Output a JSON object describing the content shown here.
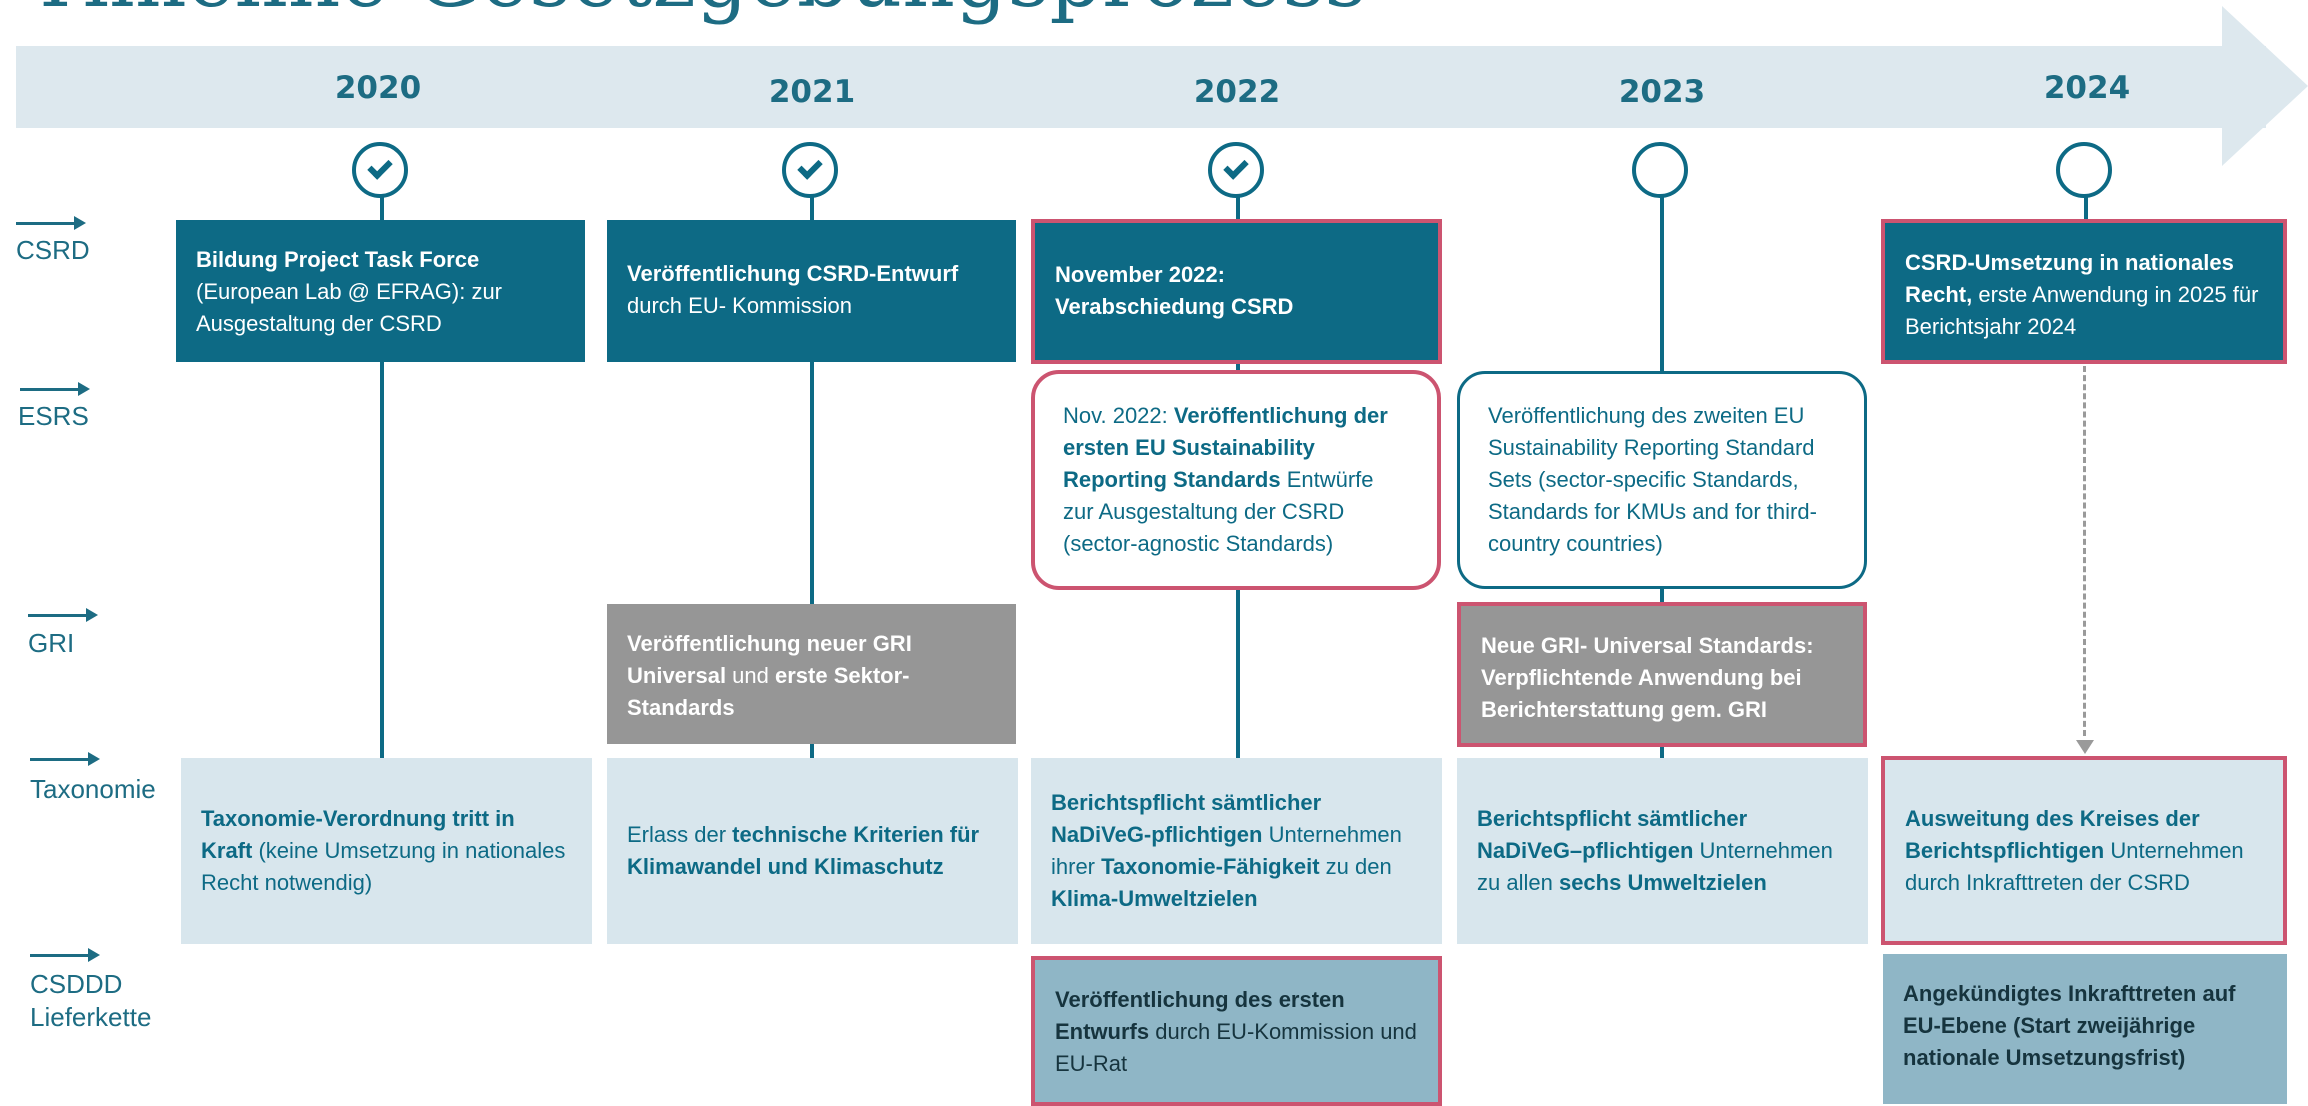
{
  "title": "Timeline Gesetzgebungsprozess",
  "years": [
    "2020",
    "2021",
    "2022",
    "2023",
    "2024"
  ],
  "milestones": {
    "2020": "completed",
    "2021": "completed",
    "2022": "completed",
    "2023": "open",
    "2024": "open"
  },
  "rows": {
    "csrd": "CSRD",
    "esrs": "ESRS",
    "gri": "GRI",
    "taxonomie": "Taxonomie",
    "csddd_1": "CSDDD",
    "csddd_2": "Lieferkette"
  },
  "csrd": {
    "c2020": {
      "b1": "Bildung Project Task Force",
      "t1": " (European Lab @ EFRAG): zur Ausgestaltung der CSRD"
    },
    "c2021": {
      "b1": "Veröffentlichung CSRD-Entwurf",
      "t1": " durch EU- Kommission"
    },
    "c2022": {
      "b1": "November 2022:",
      "b2": "Verabschiedung CSRD"
    },
    "c2024": {
      "b1": "CSRD-Umsetzung in nationales Recht,",
      "t1": " erste Anwendung in 2025 für Berichtsjahr 2024"
    }
  },
  "esrs": {
    "c2022": {
      "t1": "Nov. 2022: ",
      "b1": "Veröffentlichung der ersten EU Sustainability Reporting Standards",
      "t2": " Entwürfe zur Ausgestaltung der CSRD (sector-agnostic Standards)"
    },
    "c2023": {
      "t1": "Veröffentlichung des zweiten EU Sustainability Reporting Standard Sets (sector-specific Standards, Standards for KMUs and for third-country countries)"
    }
  },
  "gri": {
    "c2021": {
      "b1": "Veröffentlichung neuer GRI Universal",
      "t1": " und ",
      "b2": "erste Sektor-Standards"
    },
    "c2023": {
      "b1": "Neue GRI- Universal Standards: Verpflichtende Anwendung bei Berichterstattung gem. GRI"
    }
  },
  "taxonomie": {
    "c2020": {
      "b1": "Taxonomie-Verordnung tritt in Kraft",
      "t1": " (keine Umsetzung in nationales Recht notwendig)"
    },
    "c2021": {
      "t1": "Erlass der ",
      "b1": "technische Kriterien für Klimawandel und Klimaschutz"
    },
    "c2022": {
      "b1": "Berichtspflicht sämtlicher NaDiVeG-pflichtigen",
      "t1": " Unternehmen ihrer ",
      "b2": "Taxonomie-Fähigkeit",
      "t2": " zu den ",
      "b3": "Klima-Umweltzielen"
    },
    "c2023": {
      "b1": "Berichtspflicht sämtlicher NaDiVeG–pflichtigen",
      "t1": " Unternehmen zu allen ",
      "b2": "sechs Umweltzielen"
    },
    "c2024": {
      "b1": "Ausweitung des Kreises der Berichtspflichtigen",
      "t1": " Unternehmen durch Inkrafttreten der CSRD"
    }
  },
  "csddd": {
    "c2022": {
      "b1": "Veröffentlichung des ersten Entwurfs",
      "t1": " durch EU-Kommission und EU-Rat"
    },
    "c2024": {
      "b1": "Angekündigtes Inkrafttreten auf EU-Ebene (Start zweijährige nationale Umsetzungsfrist)"
    }
  },
  "colors": {
    "teal": "#0d6a85",
    "grey": "#969696",
    "light": "#d8e6ed",
    "csddd": "#8fb6c6",
    "highlight": "#cc5470"
  }
}
